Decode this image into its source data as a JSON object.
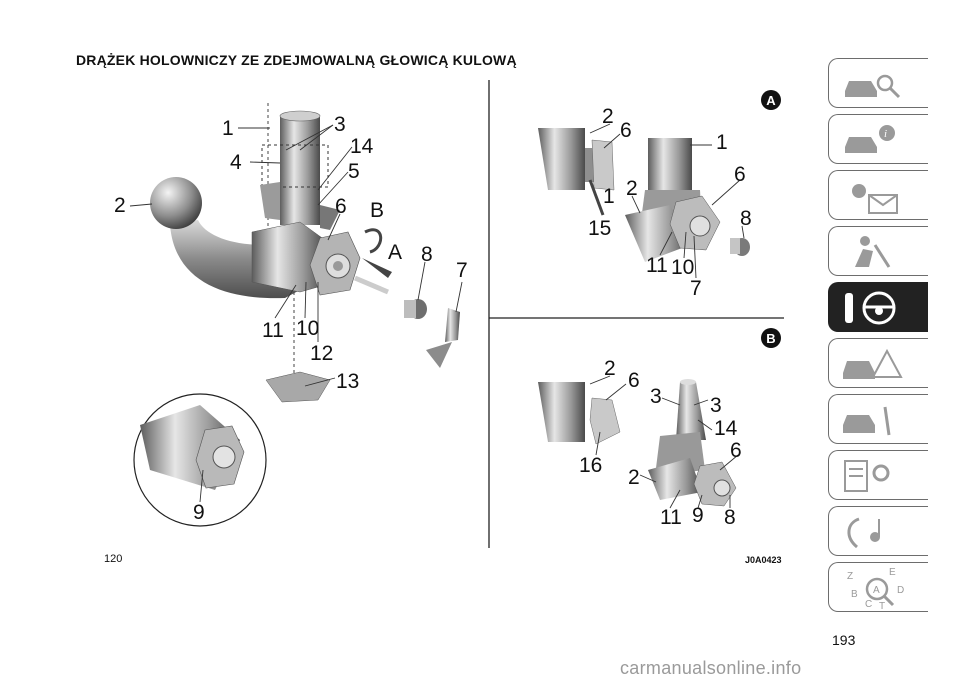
{
  "heading": "DRĄŻEK HOLOWNICZY ZE ZDEJMOWALNĄ GŁOWICĄ KULOWĄ",
  "figure_code": "J0A0423",
  "page_left": "120",
  "page_right": "193",
  "footer_watermark": "carmanualsonline.info",
  "panel_labels": {
    "a": "A",
    "b": "B"
  },
  "main_callouts": [
    "1",
    "3",
    "14",
    "4",
    "5",
    "2",
    "6",
    "B",
    "A",
    "8",
    "7",
    "11",
    "10",
    "12",
    "13",
    "9"
  ],
  "panel_a_callouts": [
    "2",
    "6",
    "1",
    "1",
    "2",
    "6",
    "15",
    "8",
    "11",
    "10",
    "7"
  ],
  "panel_b_callouts": [
    "2",
    "6",
    "3",
    "3",
    "14",
    "6",
    "16",
    "2",
    "11",
    "9",
    "8"
  ],
  "sidebar": {
    "tabs": [
      {
        "icon": "dashboard-car-icon",
        "active": false
      },
      {
        "icon": "car-info-icon",
        "active": false
      },
      {
        "icon": "warning-lights-icon",
        "active": false
      },
      {
        "icon": "safety-airbag-icon",
        "active": false
      },
      {
        "icon": "key-steering-wheel-icon",
        "active": true
      },
      {
        "icon": "emergency-car-icon",
        "active": false
      },
      {
        "icon": "maintenance-car-icon",
        "active": false
      },
      {
        "icon": "technical-data-icon",
        "active": false
      },
      {
        "icon": "multimedia-icon",
        "active": false
      },
      {
        "icon": "index-icon",
        "active": false
      }
    ],
    "index_letters": [
      "Z",
      "E",
      "A",
      "B",
      "C",
      "D",
      "T"
    ]
  }
}
